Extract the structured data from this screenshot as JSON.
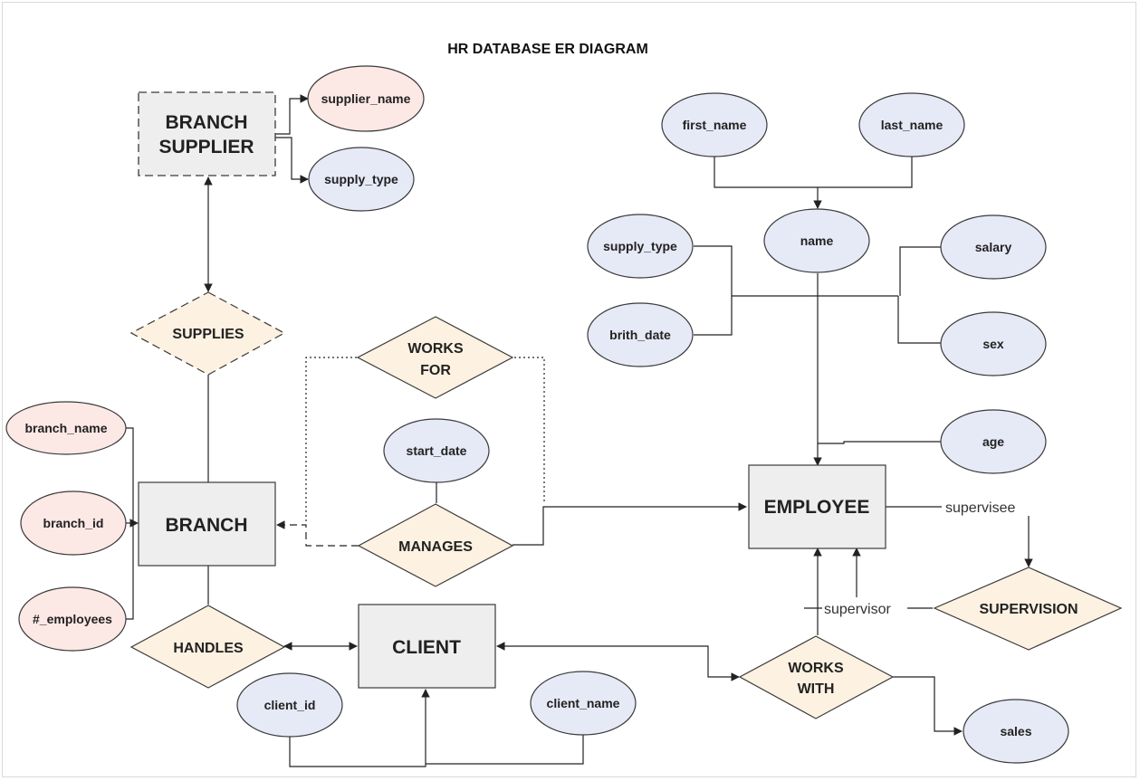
{
  "diagram": {
    "title": "HR DATABASE ER DIAGRAM",
    "colors": {
      "entity_fill": "#eeeeee",
      "relation_fill": "#fdf1e1",
      "attr_blue": "#e6e9f6",
      "attr_pink": "#fce8e5",
      "stroke": "#3a3a3a"
    },
    "entities": {
      "branch_supplier": [
        "BRANCH",
        "SUPPLIER"
      ],
      "branch": "BRANCH",
      "client": "CLIENT",
      "employee": "EMPLOYEE"
    },
    "relationships": {
      "supplies": "SUPPLIES",
      "works_for": [
        "WORKS",
        "FOR"
      ],
      "manages": "MANAGES",
      "handles": "HANDLES",
      "works_with": [
        "WORKS",
        "WITH"
      ],
      "supervision": "SUPERVISION"
    },
    "attributes": {
      "supplier_name": "supplier_name",
      "supply_type_supplier": "supply_type",
      "first_name": "first_name",
      "last_name": "last_name",
      "name": "name",
      "supply_type_employee": "supply_type",
      "salary": "salary",
      "brith_date": "brith_date",
      "sex": "sex",
      "age": "age",
      "start_date": "start_date",
      "branch_name": "branch_name",
      "branch_id": "branch_id",
      "num_employees": "#_employees",
      "client_id": "client_id",
      "client_name": "client_name",
      "sales": "sales"
    },
    "role_labels": {
      "supervisee": "supervisee",
      "supervisor": "supervisor"
    }
  }
}
